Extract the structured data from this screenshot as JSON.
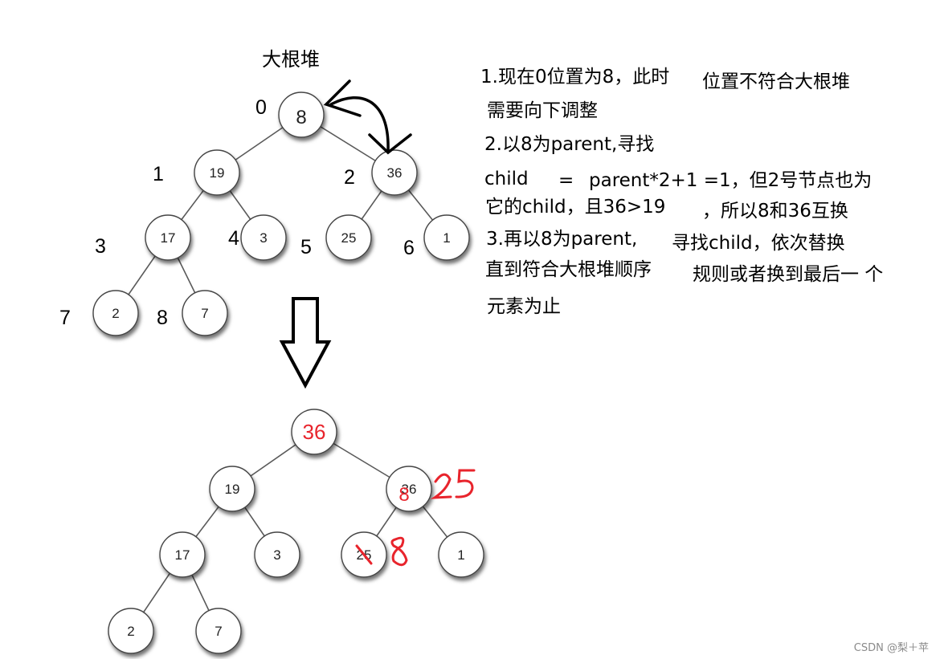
{
  "title": "大根堆",
  "index_labels": [
    {
      "label": "0"
    },
    {
      "label": "1"
    },
    {
      "label": "2"
    },
    {
      "label": "3"
    },
    {
      "label": "4"
    },
    {
      "label": "5"
    },
    {
      "label": "6"
    },
    {
      "label": "7"
    },
    {
      "label": "8"
    }
  ],
  "top_tree": {
    "nodes": [
      "8",
      "19",
      "36",
      "17",
      "3",
      "25",
      "1",
      "2",
      "7"
    ]
  },
  "bottom_tree": {
    "nodes": [
      "36",
      "19",
      "36",
      "17",
      "3",
      "25",
      "1",
      "2",
      "7"
    ],
    "highlight_color": "#e8242c",
    "annotations": {
      "root_value": "36",
      "node2_overlay": "8",
      "node2_handwritten": "25",
      "node5_strike": "\\",
      "node5_handwritten": "8"
    }
  },
  "explanation": [
    "1.现在0位置为8，此时",
    "位置不符合大根堆",
    "需要向下调整",
    "2.以8为parent,寻找",
    "child",
    "=",
    "parent*2+1 =1，但2号节点也为",
    "它的child，且36>19",
    "，所以8和36互换",
    "3.再以8为parent,",
    "寻找child，依次替换",
    "直到符合大根堆顺序",
    "规则或者换到最后一 个",
    "元素为止"
  ],
  "watermark": "CSDN @梨＋苹"
}
